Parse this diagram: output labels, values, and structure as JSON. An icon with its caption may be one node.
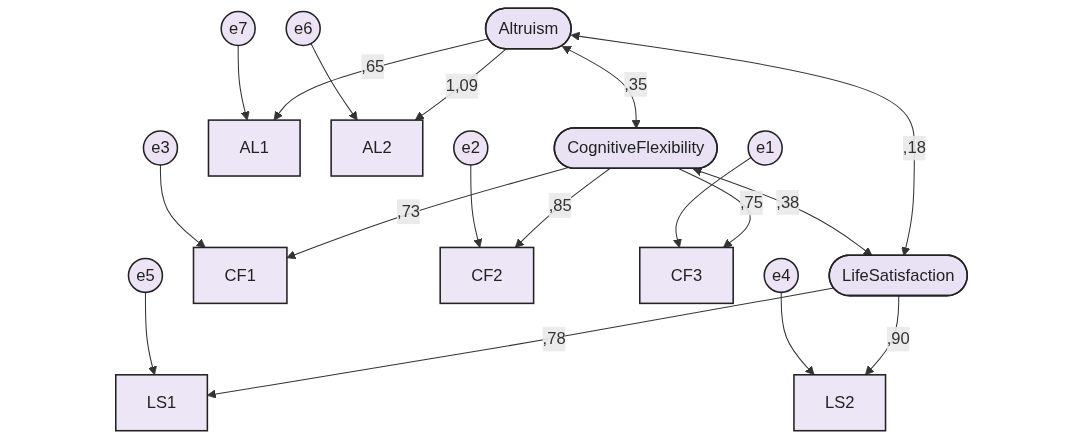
{
  "diagram": {
    "nodes": [
      {
        "text": [
          "Altruism"
        ]
      },
      {
        "text": [
          "CognitiveFlexibility"
        ]
      },
      {
        "text": [
          "LifeSatisfaction"
        ]
      },
      {
        "text": [
          "AL1"
        ]
      },
      {
        "text": [
          "AL2"
        ]
      },
      {
        "text": [
          "CF1"
        ]
      },
      {
        "text": [
          "CF2"
        ]
      },
      {
        "text": [
          "CF3"
        ]
      },
      {
        "text": [
          "LS1"
        ]
      },
      {
        "text": [
          "LS2"
        ]
      },
      {
        "text": [
          "e7"
        ]
      },
      {
        "text": [
          "e6"
        ]
      },
      {
        "text": [
          "e3"
        ]
      },
      {
        "text": [
          "e2"
        ]
      },
      {
        "text": [
          "e1"
        ]
      },
      {
        "text": [
          "e5"
        ]
      },
      {
        "text": [
          "e4"
        ]
      }
    ],
    "edges": [
      {
        "from": 0,
        "to": 2,
        "arrow": "both",
        "label": ",18"
      },
      {
        "from": 0,
        "to": 1,
        "arrow": "both",
        "label": ",35"
      },
      {
        "from": 1,
        "to": 2,
        "arrow": "both",
        "label": ",38"
      },
      {
        "from": 0,
        "to": 3,
        "arrow": "to",
        "label": ",65"
      },
      {
        "from": 0,
        "to": 4,
        "arrow": "to",
        "label": "1,09"
      },
      {
        "from": 1,
        "to": 5,
        "arrow": "to",
        "label": ",73"
      },
      {
        "from": 1,
        "to": 6,
        "arrow": "to",
        "label": ",85"
      },
      {
        "from": 1,
        "to": 7,
        "arrow": "to",
        "label": ",75"
      },
      {
        "from": 2,
        "to": 8,
        "arrow": "to",
        "label": ",78"
      },
      {
        "from": 2,
        "to": 9,
        "arrow": "to",
        "label": ",90"
      },
      {
        "from": 10,
        "to": 3,
        "arrow": "to"
      },
      {
        "from": 11,
        "to": 4,
        "arrow": "to"
      },
      {
        "from": 12,
        "to": 5,
        "arrow": "to"
      },
      {
        "from": 13,
        "to": 6,
        "arrow": "to"
      },
      {
        "from": 14,
        "to": 7,
        "arrow": "to"
      },
      {
        "from": 15,
        "to": 8,
        "arrow": "to"
      },
      {
        "from": 16,
        "to": 9,
        "arrow": "to"
      }
    ]
  }
}
